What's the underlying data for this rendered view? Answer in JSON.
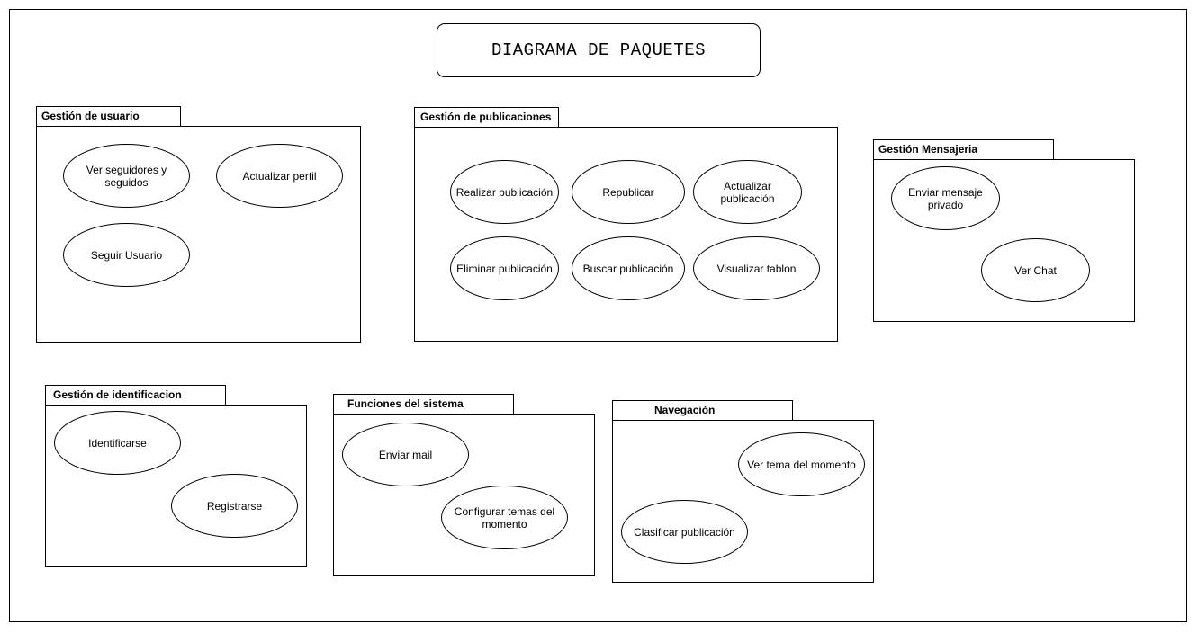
{
  "title": "DIAGRAMA DE PAQUETES",
  "packages": {
    "usuario": {
      "name": "Gestión de usuario",
      "cases": [
        "Ver seguidores y seguidos",
        "Actualizar perfil",
        "Seguir Usuario"
      ]
    },
    "publicaciones": {
      "name": "Gestión de publicaciones",
      "cases": [
        "Realizar publicación",
        "Republicar",
        "Actualizar publicación",
        "Eliminar publicación",
        "Buscar publicación",
        "Visualizar tablon"
      ]
    },
    "mensajeria": {
      "name": "Gestión Mensajeria",
      "cases": [
        "Enviar mensaje privado",
        "Ver Chat"
      ]
    },
    "identificacion": {
      "name": "Gestión de identificacion",
      "cases": [
        "Identificarse",
        "Registrarse"
      ]
    },
    "funciones": {
      "name": "Funciones del sistema",
      "cases": [
        "Enviar mail",
        "Configurar temas del momento"
      ]
    },
    "navegacion": {
      "name": "Navegación",
      "cases": [
        "Ver tema del momento",
        "Clasificar publicación"
      ]
    }
  }
}
